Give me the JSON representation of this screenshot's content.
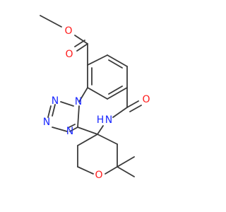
{
  "atoms": {
    "ester_o_methoxy": "O",
    "ester_o_carbonyl": "O",
    "amide_o": "O",
    "amide_nh": "N",
    "amide_nh_h": "H",
    "tetrazole_n1": "N",
    "tetrazole_n2": "N",
    "tetrazole_n3": "N",
    "tetrazole_n4": "N",
    "pyran_o": "O"
  },
  "colors": {
    "bond": "#3a3a3a",
    "oxygen": "#ff1a1a",
    "nitrogen": "#1a28ff"
  }
}
